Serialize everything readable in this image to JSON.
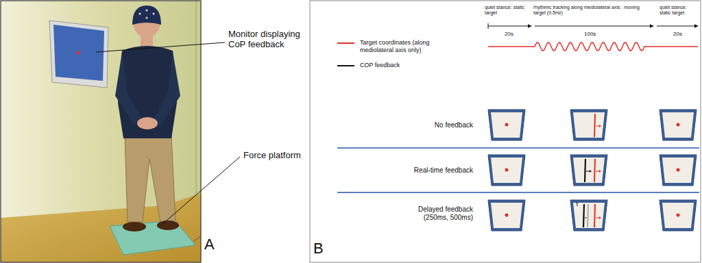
{
  "diagram": {
    "labels": [
      "Monitor displaying CoP feedback",
      "Force platform",
      "A",
      "B",
      "quiet stance: static target",
      "rhythmic tracking along mediolateral axis : moving target (0.5Hz)",
      "quiet stance: static target",
      "20s",
      "100s",
      "20s",
      "No feedback",
      "Real-time feedback",
      "Delayed feedback (250ms, 500ms)",
      "τ"
    ],
    "legend": [
      {
        "text": "Target coordinates (along mediolateral axis only)"
      },
      {
        "text": "COP feedback"
      }
    ]
  }
}
